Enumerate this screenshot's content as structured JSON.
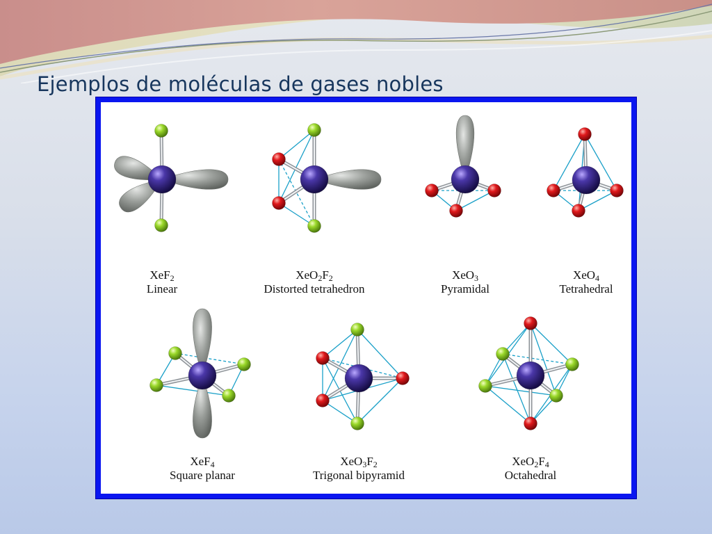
{
  "slide": {
    "title": "Ejemplos de moléculas de gases nobles"
  },
  "colors": {
    "xenon": "#3b2a8a",
    "fluorine": "#9ad82a",
    "oxygen": "#e0191c",
    "lone_pair": "#9a9e9a",
    "edge": "#1aa0c8",
    "frame": "#0a16f0"
  },
  "molecules": [
    {
      "id": "xef2",
      "formula": [
        [
          "Xe",
          ""
        ],
        [
          "F",
          "2"
        ]
      ],
      "geometry": "Linear"
    },
    {
      "id": "xeo2f2",
      "formula": [
        [
          "Xe",
          ""
        ],
        [
          "O",
          "2"
        ],
        [
          "F",
          "2"
        ]
      ],
      "geometry": "Distorted tetrahedron"
    },
    {
      "id": "xeo3",
      "formula": [
        [
          "Xe",
          ""
        ],
        [
          "O",
          "3"
        ]
      ],
      "geometry": "Pyramidal"
    },
    {
      "id": "xeo4",
      "formula": [
        [
          "Xe",
          ""
        ],
        [
          "O",
          "4"
        ]
      ],
      "geometry": "Tetrahedral"
    },
    {
      "id": "xef4",
      "formula": [
        [
          "Xe",
          ""
        ],
        [
          "F",
          "4"
        ]
      ],
      "geometry": "Square planar"
    },
    {
      "id": "xeo3f2",
      "formula": [
        [
          "Xe",
          ""
        ],
        [
          "O",
          "3"
        ],
        [
          "F",
          "2"
        ]
      ],
      "geometry": "Trigonal bipyramid"
    },
    {
      "id": "xeo2f4",
      "formula": [
        [
          "Xe",
          ""
        ],
        [
          "O",
          "2"
        ],
        [
          "F",
          "4"
        ]
      ],
      "geometry": "Octahedral"
    }
  ]
}
